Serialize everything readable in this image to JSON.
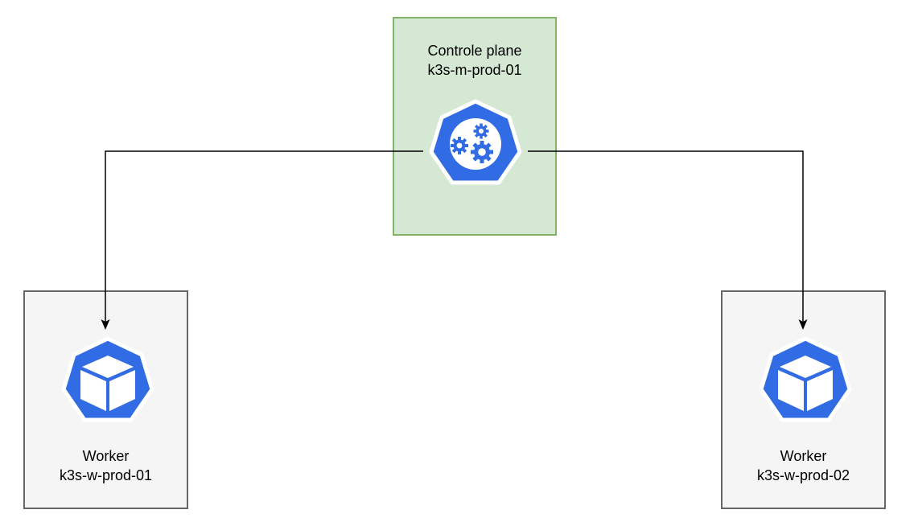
{
  "diagram": {
    "control_plane": {
      "role": "Controle plane",
      "hostname": "k3s-m-prod-01",
      "icon": "kubernetes-control-plane-icon"
    },
    "workers": [
      {
        "role": "Worker",
        "hostname": "k3s-w-prod-01",
        "icon": "kubernetes-node-icon"
      },
      {
        "role": "Worker",
        "hostname": "k3s-w-prod-02",
        "icon": "kubernetes-node-icon"
      }
    ],
    "edges": [
      {
        "from": "k3s-m-prod-01",
        "to": "k3s-w-prod-01"
      },
      {
        "from": "k3s-m-prod-01",
        "to": "k3s-w-prod-02"
      }
    ],
    "colors": {
      "control_fill": "#d5e8d4",
      "control_stroke": "#82b366",
      "worker_fill": "#f5f5f5",
      "worker_stroke": "#666666",
      "k8s_blue": "#326ce5"
    }
  }
}
